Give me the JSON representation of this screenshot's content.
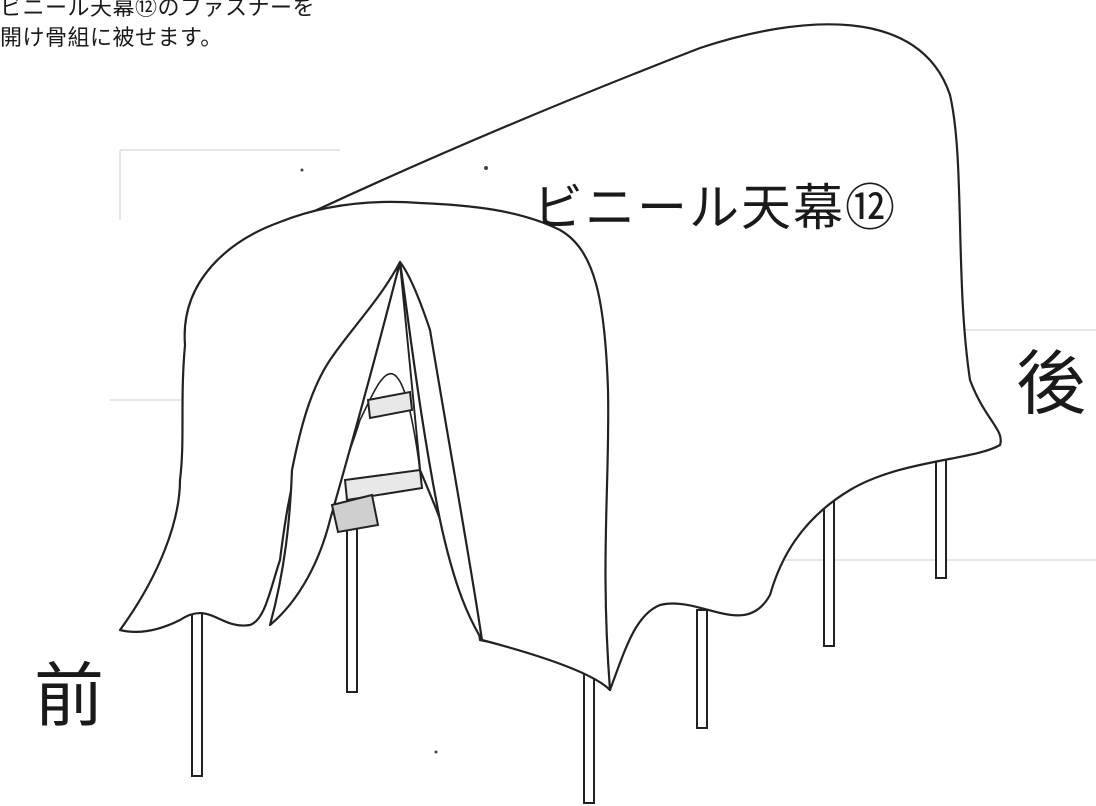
{
  "instructions": {
    "line1": "ビニール天幕⑫のファスナーを",
    "line2": "開け骨組に被せます。"
  },
  "labels": {
    "cover": "ビニール天幕⑫",
    "back": "後",
    "front": "前"
  }
}
